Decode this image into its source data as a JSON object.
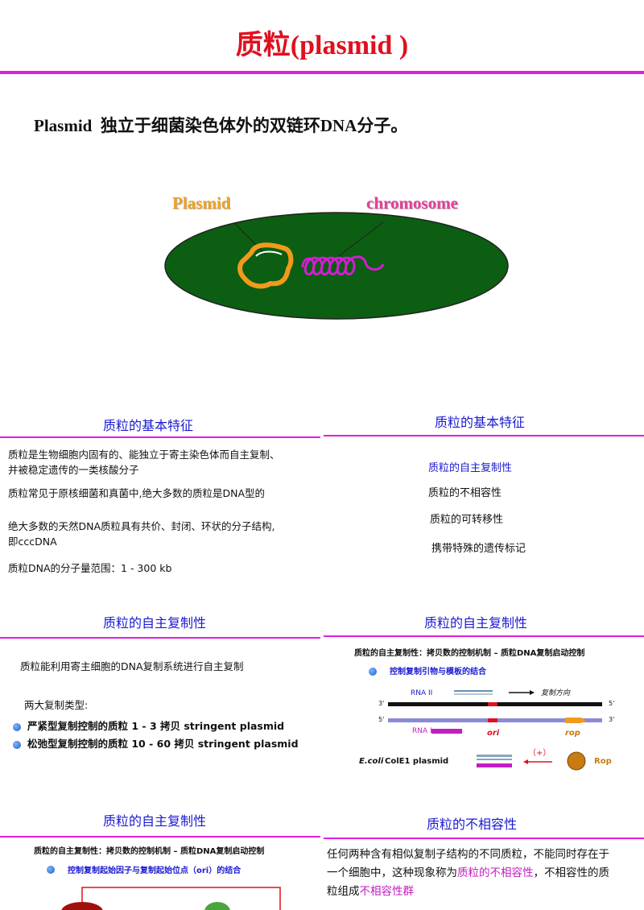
{
  "title": "质粒(plasmid )",
  "intro": {
    "term": "Plasmid",
    "definition": "独立于细菌染色体外的双链环DNA分子。"
  },
  "figure": {
    "plasmid_label": "Plasmid",
    "chromosome_label": "chromosome"
  },
  "basic_features_left": {
    "title": "质粒的基本特征",
    "paragraphs": [
      "质粒是生物细胞内固有的、能独立于寄主染色体而自主复制、",
      "并被稳定遗传的一类核酸分子",
      "质粒常见于原核细菌和真菌中,绝大多数的质粒是DNA型的",
      "绝大多数的天然DNA质粒具有共价、封闭、环状的分子结构,",
      "即cccDNA",
      "质粒DNA的分子量范围：1 - 300 kb"
    ]
  },
  "basic_features_right": {
    "title": "质粒的基本特征",
    "items": [
      "质粒的自主复制性",
      "质粒的不相容性",
      "质粒的可转移性",
      "携带特殊的遗传标记"
    ]
  },
  "replication_left": {
    "title": "质粒的自主复制性",
    "line1": "质粒能利用寄主细胞的DNA复制系统进行自主复制",
    "line2": "两大复制类型:",
    "types": [
      "严紧型复制控制的质粒  1 - 3 拷贝  stringent plasmid",
      "松弛型复制控制的质粒  10 - 60 拷贝  stringent plasmid"
    ]
  },
  "replication_right": {
    "title": "质粒的自主复制性",
    "header": "质粒的自主复制性：拷贝数的控制机制 – 质粒DNA复制启动控制",
    "bullet": "控制复制引物与模板的结合",
    "rna2": "RNA II",
    "direction": "复制方向",
    "prime3": "3'",
    "prime5": "5'",
    "rna1": "RNA I",
    "ori": "ori",
    "rop": "rop",
    "ecoli": "E.coli",
    "colE1": "ColE1 plasmid",
    "plus": "（+）",
    "rop_protein": "Rop"
  },
  "replication_bottom": {
    "title": "质粒的自主复制性",
    "header": "质粒的自主复制性：拷贝数的控制机制 – 质粒DNA复制启动控制",
    "bullet": "控制复制起始因子与复制起始位点（ori）的结合"
  },
  "incompatibility": {
    "title": "质粒的不相容性",
    "p1": "任何两种含有相似复制子结构的不同质粒，不能同时存在于",
    "p2a": "一个细胞中，这种现象称为",
    "p2b": "质粒的不相容性",
    "p2c": "，不相容性的质",
    "p3a": "粒组成",
    "p3b": "不相容性群"
  }
}
